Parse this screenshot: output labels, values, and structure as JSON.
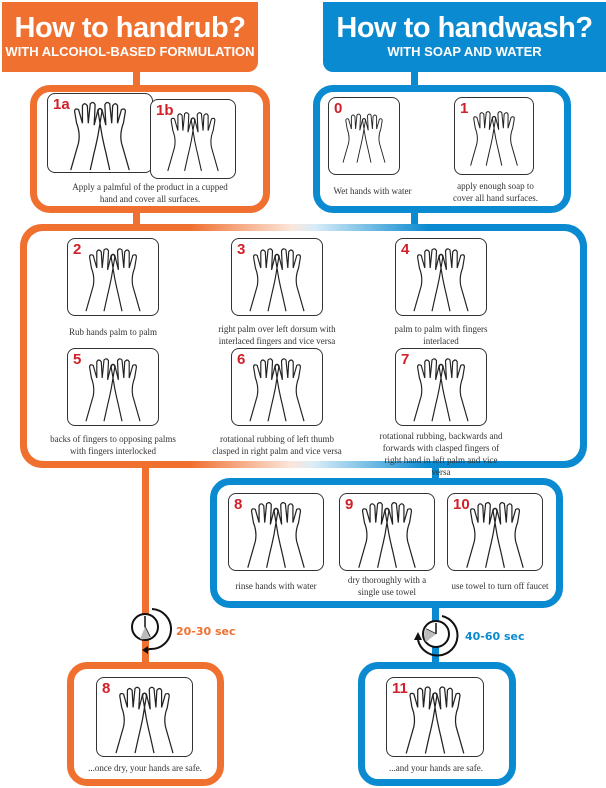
{
  "handrub": {
    "title": "How to handrub?",
    "subtitle": "WITH ALCOHOL-BASED FORMULATION",
    "color": "#f07030",
    "steps": [
      {
        "num": "1a"
      },
      {
        "num": "1b",
        "caption": "Apply a palmful of the product in a cupped hand and cover all surfaces."
      }
    ],
    "duration": "20-30 sec",
    "final": {
      "num": "8",
      "caption": "...once dry, your hands are safe."
    }
  },
  "handwash": {
    "title": "How to handwash?",
    "subtitle": "WITH SOAP AND WATER",
    "color": "#0a8ad0",
    "steps": [
      {
        "num": "0",
        "caption": "Wet hands with water"
      },
      {
        "num": "1",
        "caption": "apply enough soap to cover all hand surfaces."
      }
    ],
    "rinse_steps": [
      {
        "num": "8",
        "caption": "rinse hands with water"
      },
      {
        "num": "9",
        "caption": "dry thoroughly with a single use towel"
      },
      {
        "num": "10",
        "caption": "use towel to turn off faucet"
      }
    ],
    "duration": "40-60 sec",
    "final": {
      "num": "11",
      "caption": "...and your hands are safe."
    }
  },
  "shared_steps": [
    {
      "num": "2",
      "caption": "Rub hands palm to palm"
    },
    {
      "num": "3",
      "caption": "right palm over left dorsum with interlaced fingers and vice versa"
    },
    {
      "num": "4",
      "caption": "palm to palm with fingers interlaced"
    },
    {
      "num": "5",
      "caption": "backs of fingers to opposing palms with fingers interlocked"
    },
    {
      "num": "6",
      "caption": "rotational rubbing of left thumb clasped in right palm and vice versa"
    },
    {
      "num": "7",
      "caption": "rotational rubbing, backwards and forwards with clasped fingers of right hand in left palm and vice versa"
    }
  ]
}
